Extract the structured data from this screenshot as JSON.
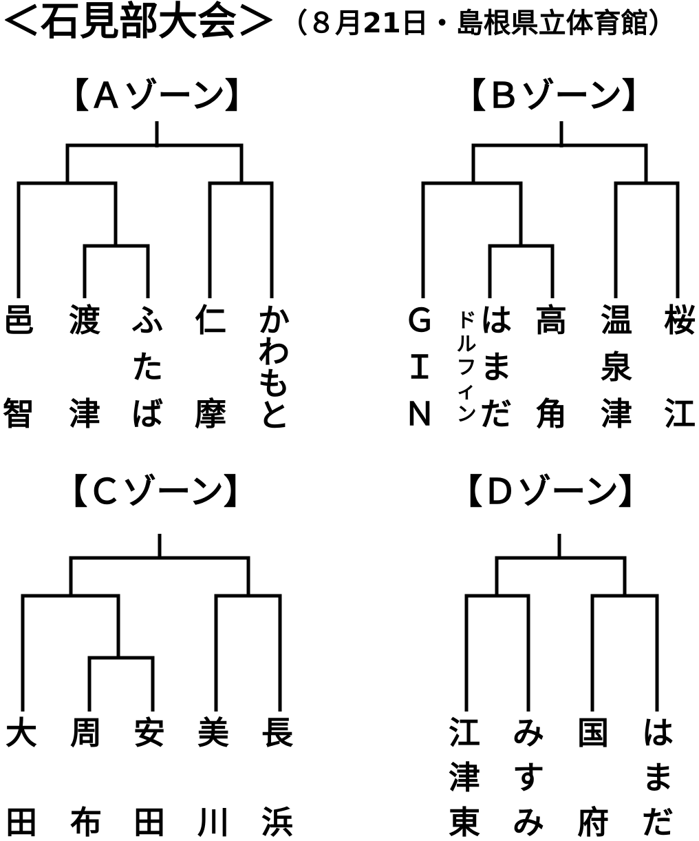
{
  "title": {
    "main": "＜石見部大会＞",
    "date_venue": "（８月21日・島根県立体育館）"
  },
  "zones": [
    {
      "id": "A",
      "label": "【Ａゾーン】",
      "teams": [
        {
          "name": "邑智"
        },
        {
          "name": "渡津"
        },
        {
          "name": "ふたば"
        },
        {
          "name": "仁摩"
        },
        {
          "name": "かわもと"
        }
      ]
    },
    {
      "id": "B",
      "label": "【Ｂゾーン】",
      "teams": [
        {
          "name": "ＧＩＮ"
        },
        {
          "name": "はまだ",
          "side": "ドルフィン"
        },
        {
          "name": "高角"
        },
        {
          "name": "温泉津"
        },
        {
          "name": "桜江"
        }
      ]
    },
    {
      "id": "C",
      "label": "【Ｃゾーン】",
      "teams": [
        {
          "name": "大田"
        },
        {
          "name": "周布"
        },
        {
          "name": "安田"
        },
        {
          "name": "美川"
        },
        {
          "name": "長浜"
        }
      ]
    },
    {
      "id": "D",
      "label": "【Ｄゾーン】",
      "teams": [
        {
          "name": "江津東"
        },
        {
          "name": "みすみ"
        },
        {
          "name": "国府"
        },
        {
          "name": "はまだ"
        }
      ]
    }
  ]
}
